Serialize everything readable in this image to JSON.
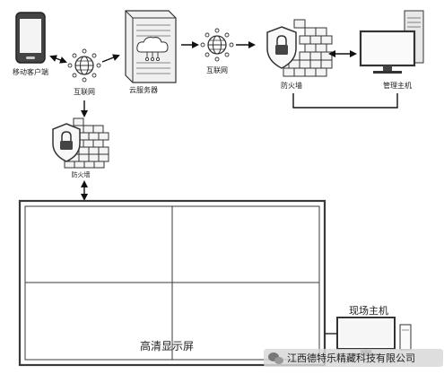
{
  "labels": {
    "mobile": "移动客户端",
    "internet_left": "互联网",
    "cloud_server": "云服务器",
    "internet_mid": "互联网",
    "firewall_top": "防火墙",
    "admin_host": "管理主机",
    "firewall_left": "防火墙",
    "display": "高清显示屏",
    "site_host": "现场主机",
    "watermark": "江西德特乐精藏科技有限公司"
  },
  "colors": {
    "line": "#222222",
    "screen_frame": "#3a3a3a",
    "watermark_bg": "#d8d8d8"
  },
  "icons": {
    "watermark": "wechat-icon"
  }
}
